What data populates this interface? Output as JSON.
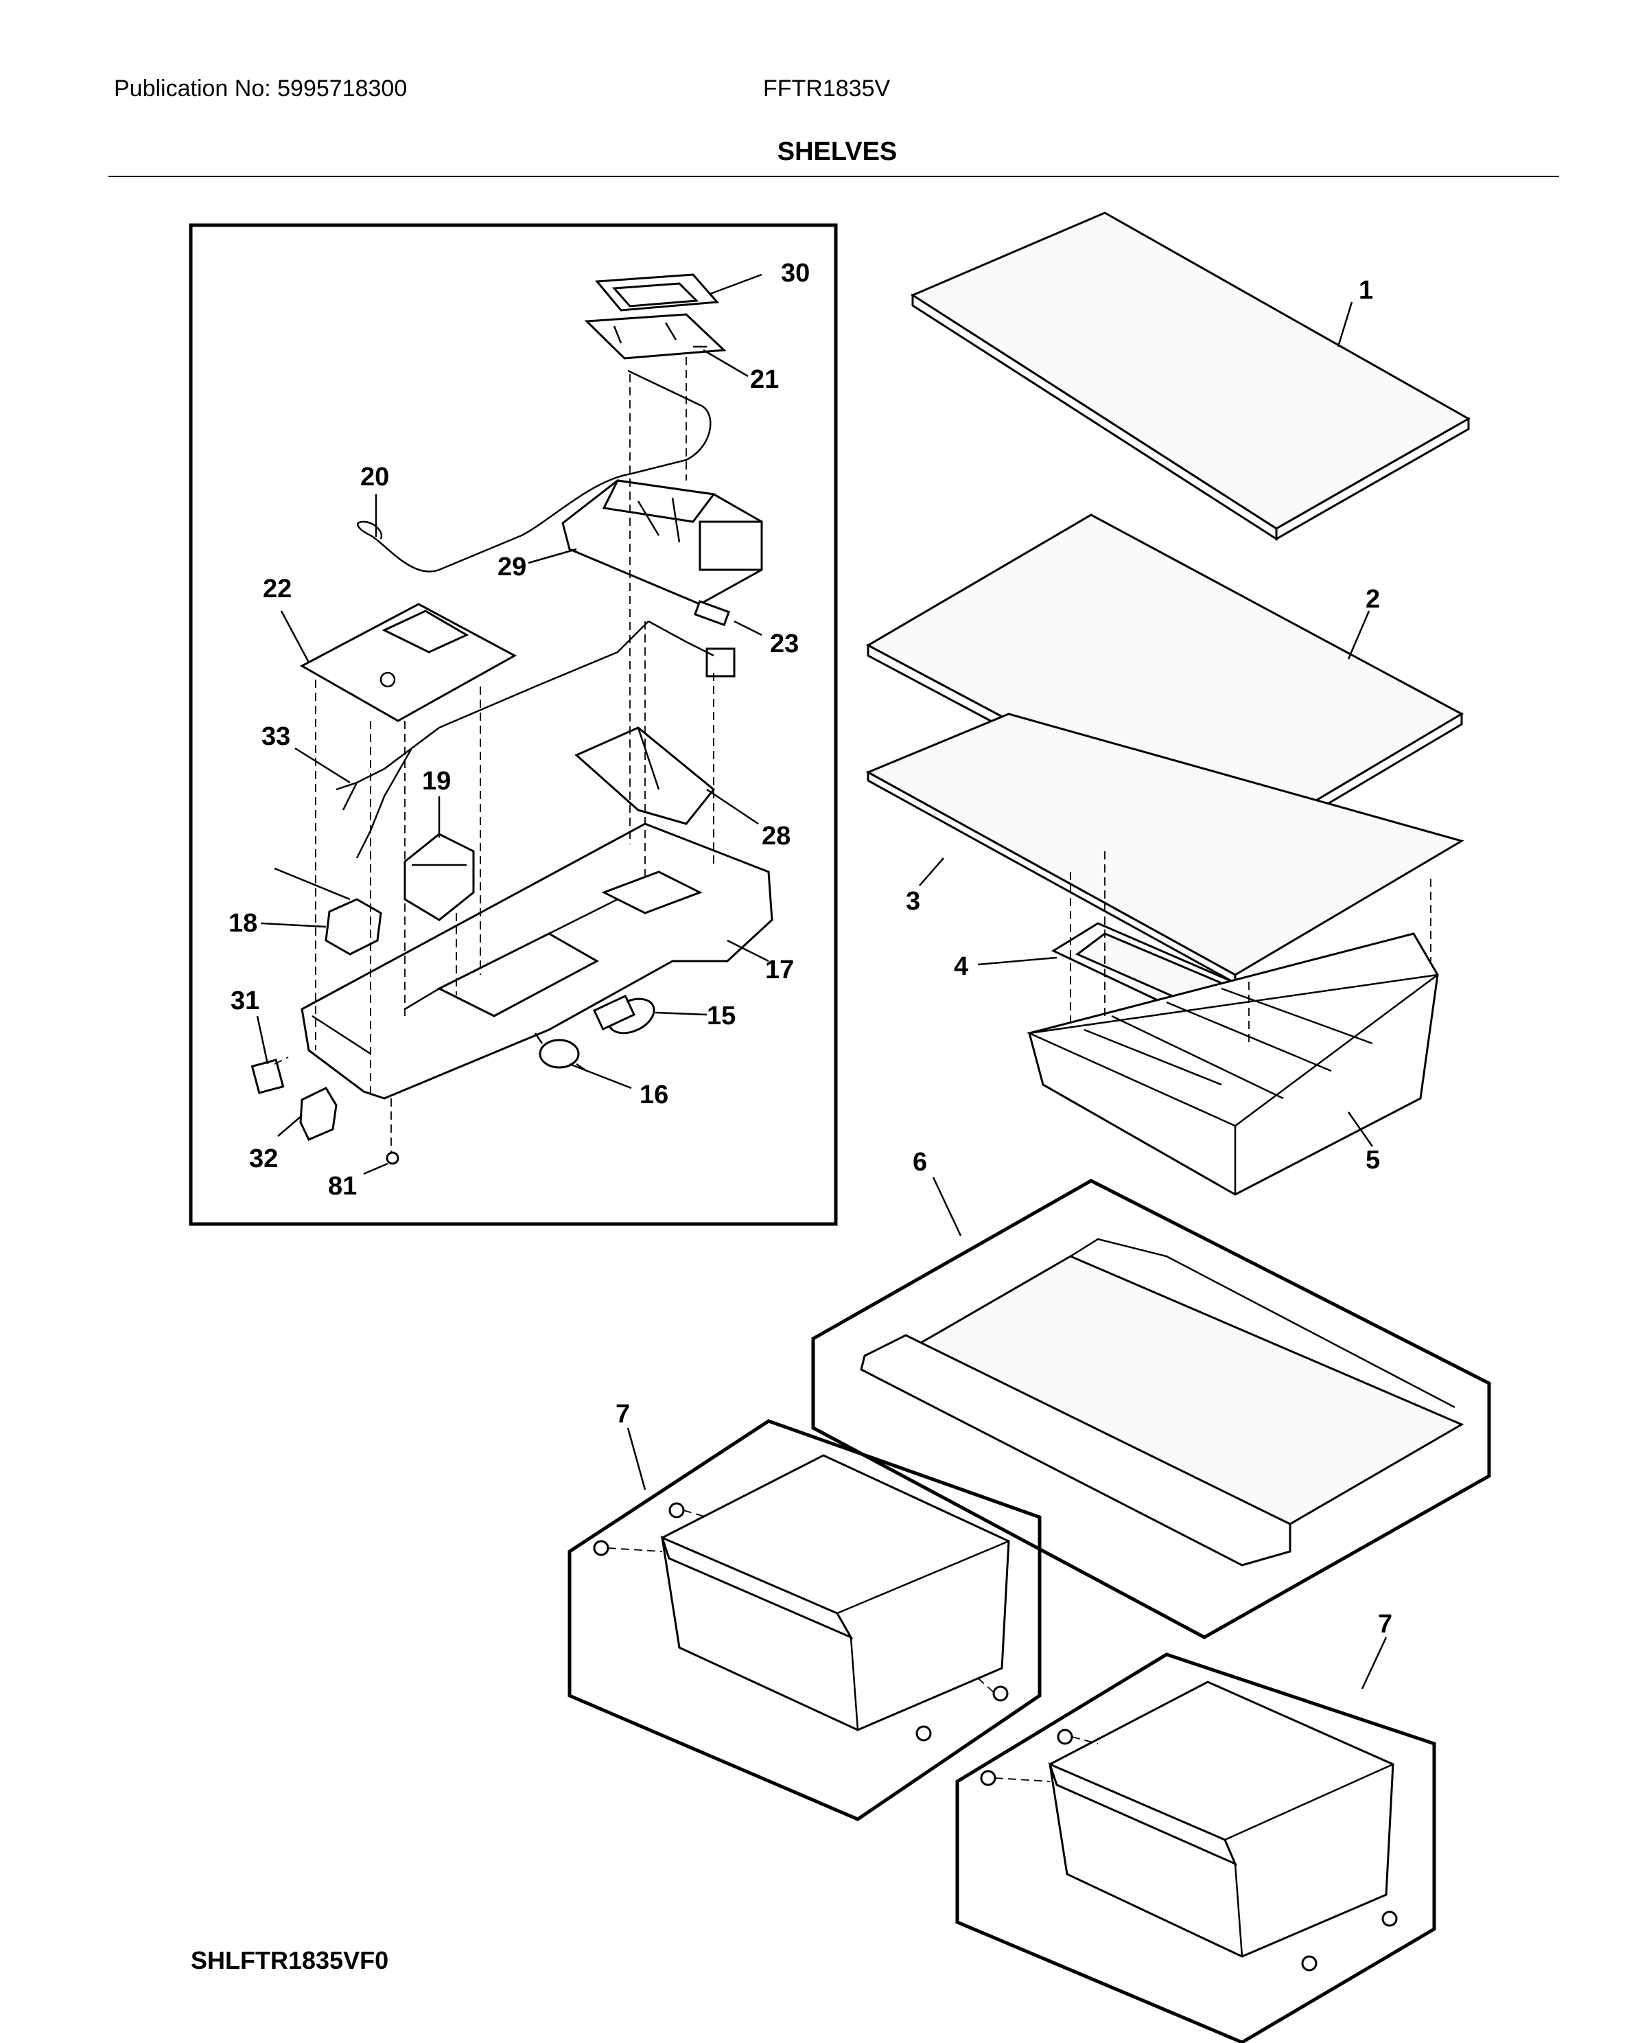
{
  "header": {
    "publication": "Publication No: 5995718300",
    "model": "FFTR1835V",
    "section_title": "SHELVES"
  },
  "footer": {
    "diagram_code": "SHLFTR1835VF0"
  },
  "callouts": {
    "c1": "1",
    "c2": "2",
    "c3": "3",
    "c4": "4",
    "c5": "5",
    "c6": "6",
    "c7a": "7",
    "c7b": "7",
    "c15": "15",
    "c16": "16",
    "c17": "17",
    "c18": "18",
    "c19": "19",
    "c20": "20",
    "c21": "21",
    "c22": "22",
    "c23": "23",
    "c28": "28",
    "c29": "29",
    "c30": "30",
    "c31": "31",
    "c32": "32",
    "c33": "33",
    "c81": "81"
  }
}
